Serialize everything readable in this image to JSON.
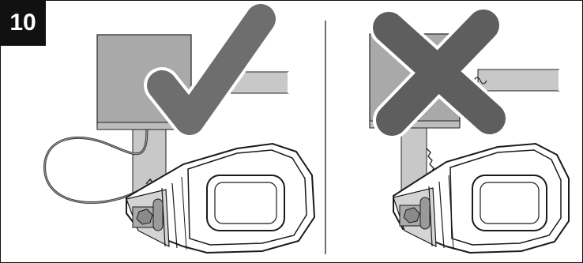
{
  "step": {
    "number": "10"
  },
  "panels": [
    {
      "name": "correct-installation",
      "marker": "check-mark",
      "marker_color": "#6e6e6e"
    },
    {
      "name": "incorrect-installation",
      "marker": "cross-mark",
      "marker_color": "#5e5e5e"
    }
  ],
  "colors": {
    "frame": "#111111",
    "bracket_fill": "#a9a9a9",
    "rail_fill": "#c8c8c8",
    "device_fill": "#ffffff",
    "device_stroke": "#1a1a1a",
    "cable": "#333333"
  }
}
